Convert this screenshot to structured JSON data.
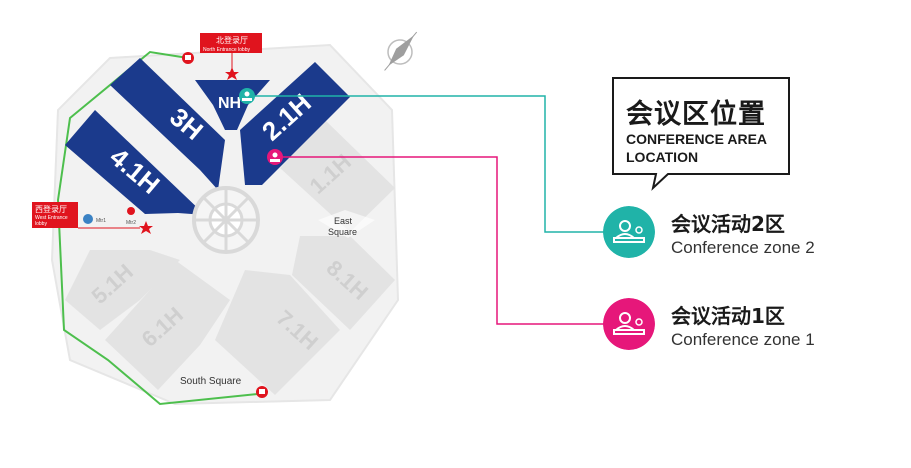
{
  "colors": {
    "hall_blue": "#1b3a8c",
    "hall_gray": "#e3e3e3",
    "teal": "#20b3a8",
    "magenta": "#e6177a",
    "route_green": "#4dbf4d",
    "entrance_red": "#e0141e"
  },
  "halls": {
    "h3": "3H",
    "h41": "4.1H",
    "hNH": "NH",
    "h21": "2.1H",
    "h11": "1.1H",
    "h51": "5.1H",
    "h61": "6.1H",
    "h71": "7.1H",
    "h81": "8.1H"
  },
  "squares": {
    "east_1": "East",
    "east_2": "Square",
    "south": "South Square"
  },
  "entrances": {
    "north_cn": "北登录厅",
    "north_en": "North Entrance lobby",
    "west_cn": "西登录厅",
    "west_en_1": "West Entrance",
    "west_en_2": "lobby"
  },
  "transit": {
    "metro_1": "Mtr1",
    "metro_2": "Mtr2"
  },
  "icons": [
    "compass-icon",
    "bus-icon",
    "metro-icon",
    "star-icon",
    "conference-icon"
  ],
  "callout": {
    "title": "会议区位置",
    "subtitle_1": "CONFERENCE AREA",
    "subtitle_2": "LOCATION"
  },
  "zones": [
    {
      "cn": "会议活动2区",
      "en": "Conference zone 2",
      "color": "#20b3a8"
    },
    {
      "cn": "会议活动1区",
      "en": "Conference zone 1",
      "color": "#e6177a"
    }
  ]
}
